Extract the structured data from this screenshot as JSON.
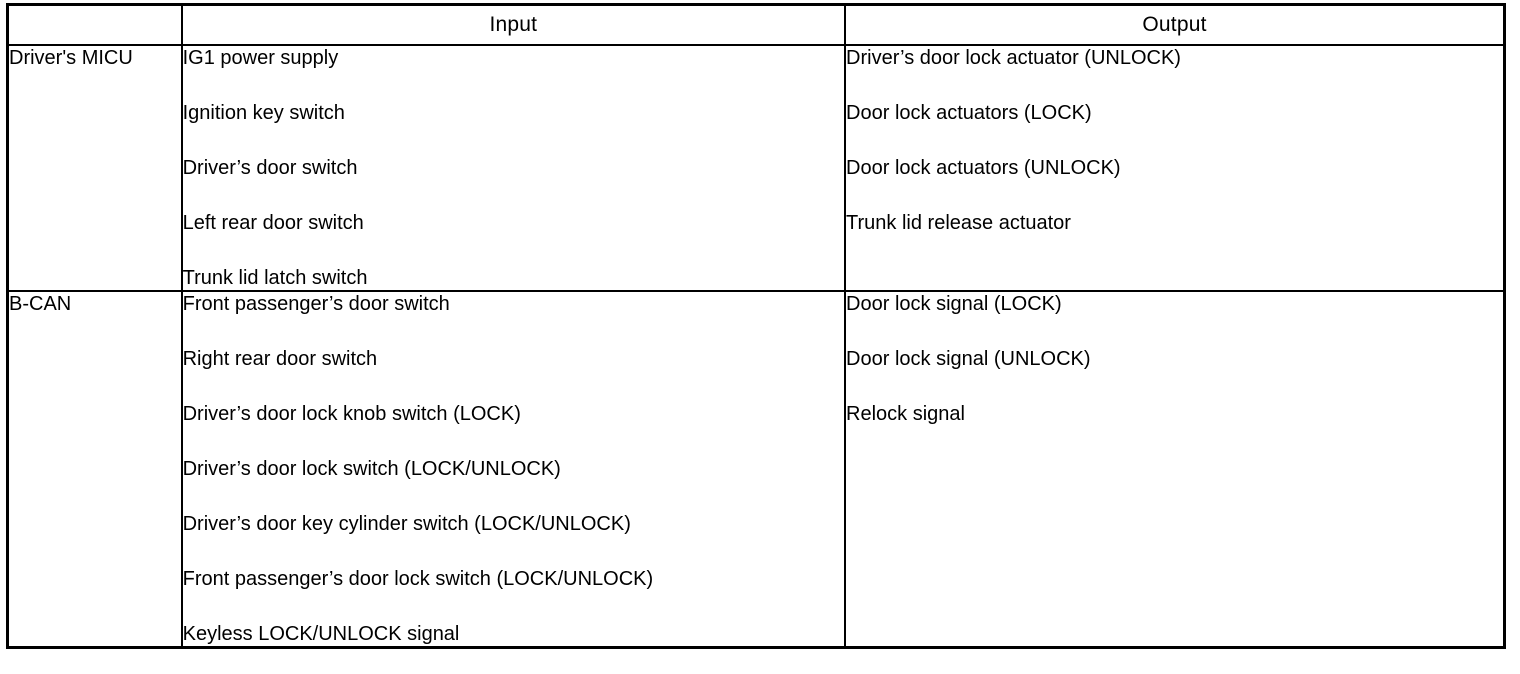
{
  "table": {
    "header": {
      "corner_label": "",
      "input_label": "Input",
      "output_label": "Output"
    },
    "sections": [
      {
        "label": "Driver's MICU",
        "inputs": [
          "IG1 power supply",
          "Ignition key switch",
          "Driver’s door switch",
          "Left rear door switch",
          "Trunk lid latch switch"
        ],
        "outputs": [
          "Driver’s door lock actuator (UNLOCK)",
          "Door lock actuators (LOCK)",
          "Door lock actuators (UNLOCK)",
          "Trunk lid release actuator"
        ]
      },
      {
        "label": "B-CAN",
        "inputs": [
          "Front passenger’s door switch",
          "Right rear door switch",
          "Driver’s door lock knob switch (LOCK)",
          "Driver’s door lock switch (LOCK/UNLOCK)",
          "Driver’s door key cylinder switch (LOCK/UNLOCK)",
          "Front passenger’s door lock switch (LOCK/UNLOCK)",
          "Keyless LOCK/UNLOCK signal"
        ],
        "outputs": [
          "Door lock signal (LOCK)",
          "Door lock signal (UNLOCK)",
          "Relock signal"
        ]
      }
    ],
    "colors": {
      "border": "#000000",
      "text": "#000000",
      "background": "#ffffff"
    }
  }
}
